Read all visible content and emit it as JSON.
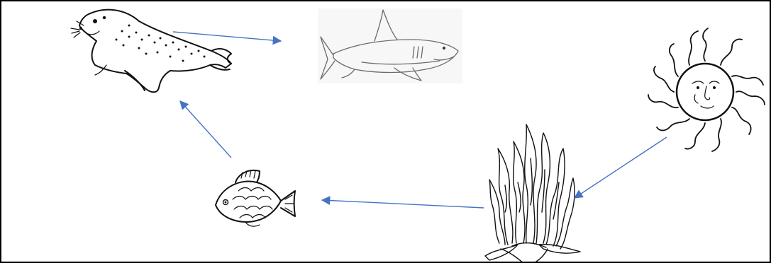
{
  "diagram": {
    "organisms": [
      {
        "id": "seal",
        "icon": "seal-icon"
      },
      {
        "id": "shark",
        "icon": "shark-icon"
      },
      {
        "id": "sun",
        "icon": "sun-icon"
      },
      {
        "id": "seaweed",
        "icon": "seaweed-icon"
      },
      {
        "id": "fish",
        "icon": "fish-icon"
      }
    ],
    "links": [
      {
        "from": "seal",
        "to": "shark"
      },
      {
        "from": "sun",
        "to": "seaweed"
      },
      {
        "from": "seaweed",
        "to": "fish"
      },
      {
        "from": "fish",
        "to": "seal"
      }
    ],
    "arrow_color": "#4472C4",
    "background": "#ffffff",
    "border_color": "#000000"
  }
}
